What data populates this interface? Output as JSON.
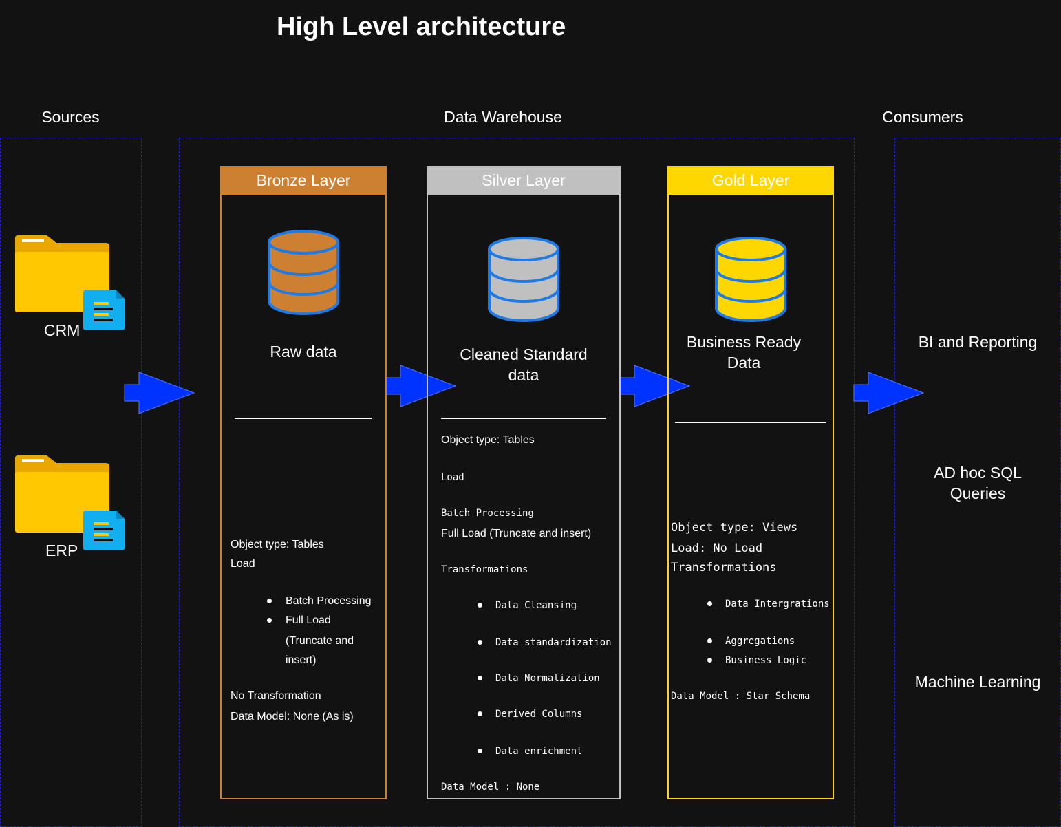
{
  "title": "High Level architecture",
  "sections": {
    "sources": "Sources",
    "warehouse": "Data Warehouse",
    "consumers": "Consumers"
  },
  "sources": {
    "crm": "CRM",
    "erp": "ERP"
  },
  "bronze": {
    "header": "Bronze Layer",
    "color": "#CD7F32",
    "caption": "Raw data",
    "object_type": "Object type: Tables",
    "load": "Load",
    "bullets": [
      "Batch Processing",
      "Full Load",
      "(Truncate and",
      "insert)"
    ],
    "transformation": "No Transformation",
    "data_model": "Data Model: None (As is)"
  },
  "silver": {
    "header": "Silver Layer",
    "color": "#C0C0C0",
    "caption_1": "Cleaned Standard",
    "caption_2": "data",
    "object_type": "Object type: Tables",
    "load": "Load",
    "batch": "Batch Processing",
    "full_load": "Full Load (Truncate and insert)",
    "transformations": "Transformations",
    "bullets": [
      "Data Cleansing",
      "Data standardization",
      "Data Normalization",
      "Derived Columns",
      "Data enrichment"
    ],
    "data_model": "Data Model : None"
  },
  "gold": {
    "header": "Gold Layer",
    "color": "#FFD700",
    "caption_1": "Business Ready",
    "caption_2": "Data",
    "object_type": "Object type: Views",
    "load": "Load: No Load",
    "transformations": "Transformations",
    "bullets": [
      "Data Intergrations",
      "Aggregations",
      "Business Logic"
    ],
    "data_model": "Data Model : Star Schema"
  },
  "consumers": {
    "bi": "BI and Reporting",
    "adhoc_1": "AD hoc SQL",
    "adhoc_2": "Queries",
    "ml": "Machine Learning"
  },
  "colors": {
    "arrow": "#0033FF",
    "dash": "#2222DD",
    "background": "#121212"
  }
}
